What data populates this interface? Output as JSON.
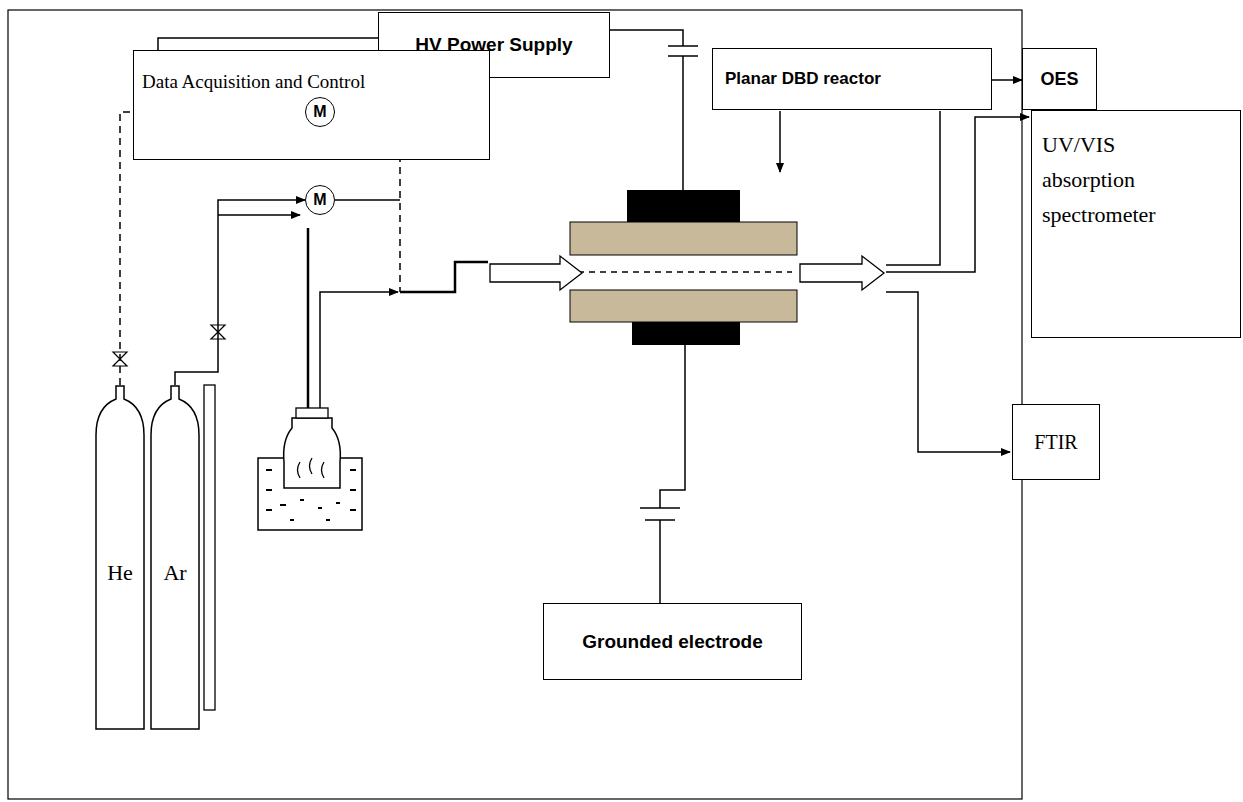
{
  "diagram": {
    "nodes": [
      {
        "text": [
          "HV Power Supply"
        ]
      },
      {
        "text": [
          "Data Acquisition and Control"
        ]
      },
      {
        "text": [
          "M"
        ]
      },
      {
        "text": [
          "M"
        ]
      },
      {
        "text": [
          "Planar DBD reactor"
        ]
      },
      {
        "text": [
          "OES"
        ]
      },
      {
        "text": [
          "UV/VIS absorption spectrometer"
        ]
      },
      {
        "text": [
          "FTIR"
        ]
      },
      {
        "text": [
          "Grounded electrode"
        ]
      },
      {
        "text": [
          "He"
        ]
      },
      {
        "text": [
          "Ar"
        ]
      }
    ],
    "edges": [
      {
        "from": 1,
        "to": 0,
        "arrow": "none"
      },
      {
        "from": 9,
        "to": 2,
        "arrow": "to"
      },
      {
        "from": 10,
        "to": 3,
        "arrow": "to"
      },
      {
        "from": 4,
        "to": 5,
        "arrow": "to"
      }
    ]
  }
}
